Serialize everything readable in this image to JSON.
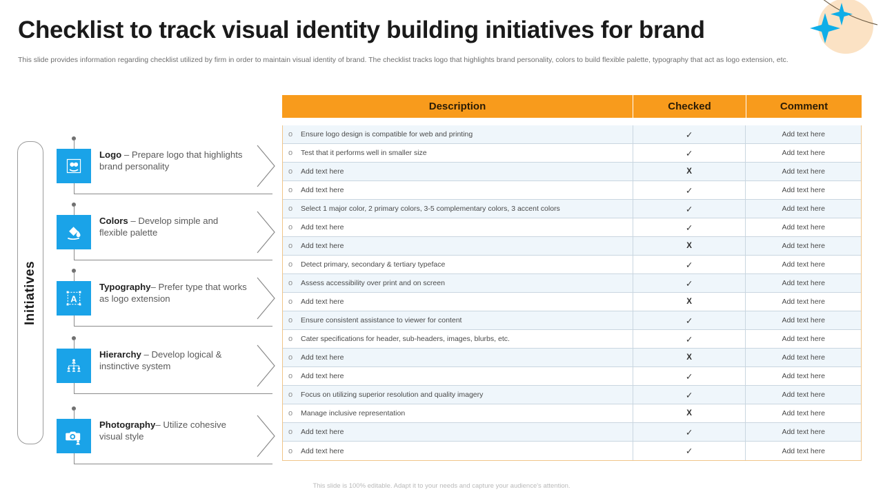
{
  "header": {
    "title": "Checklist to track visual identity building initiatives for brand",
    "subtitle": "This slide provides information regarding checklist utilized by firm in order to maintain visual identity of brand. The checklist tracks logo that highlights brand personality, colors to build flexible palette, typography that act as logo extension, etc."
  },
  "colors": {
    "accent_orange": "#F89B1C",
    "icon_blue": "#1AA3E8",
    "row_alt": "#EFF6FB",
    "deco_peach": "#FBE2C4",
    "star_blue": "#0FAEE8"
  },
  "sidebar": {
    "axis_label": "Initiatives",
    "items": [
      {
        "term": "Logo",
        "dash": " – ",
        "desc": "Prepare logo that highlights brand personality",
        "icon": "logo-frame-icon"
      },
      {
        "term": "Colors",
        "dash": " – ",
        "desc": "Develop simple and flexible palette",
        "icon": "paint-bucket-icon"
      },
      {
        "term": "Typography",
        "dash": "– ",
        "desc": "Prefer type that works as logo extension",
        "icon": "letter-a-frame-icon"
      },
      {
        "term": "Hierarchy",
        "dash": " – ",
        "desc": "Develop logical & instinctive system",
        "icon": "org-chart-icon"
      },
      {
        "term": "Photography",
        "dash": "– ",
        "desc": "Utilize cohesive visual style",
        "icon": "camera-icon"
      }
    ]
  },
  "table": {
    "columns": [
      "Description",
      "Checked",
      "Comment"
    ],
    "rows": [
      {
        "description": "Ensure logo design is compatible for web and printing",
        "checked": "✓",
        "checked_state": "check",
        "comment": "Add text here"
      },
      {
        "description": "Test that it performs well in smaller size",
        "checked": "✓",
        "checked_state": "check",
        "comment": "Add text here"
      },
      {
        "description": "Add text here",
        "checked": "X",
        "checked_state": "cross",
        "comment": "Add text here"
      },
      {
        "description": "Add text here",
        "checked": "✓",
        "checked_state": "check",
        "comment": "Add text here"
      },
      {
        "description": "Select 1 major color, 2 primary colors, 3-5 complementary colors, 3 accent colors",
        "checked": "✓",
        "checked_state": "check",
        "comment": "Add text here"
      },
      {
        "description": "Add text here",
        "checked": "✓",
        "checked_state": "check",
        "comment": "Add text here"
      },
      {
        "description": "Add text here",
        "checked": "X",
        "checked_state": "cross",
        "comment": "Add text here"
      },
      {
        "description": "Detect primary, secondary & tertiary typeface",
        "checked": "✓",
        "checked_state": "check",
        "comment": "Add text here"
      },
      {
        "description": "Assess accessibility over print and on screen",
        "checked": "✓",
        "checked_state": "check",
        "comment": "Add text here"
      },
      {
        "description": "Add text here",
        "checked": "X",
        "checked_state": "cross",
        "comment": "Add text here"
      },
      {
        "description": "Ensure consistent assistance to viewer for content",
        "checked": "✓",
        "checked_state": "check",
        "comment": "Add text here"
      },
      {
        "description": "Cater specifications for header, sub-headers, images, blurbs, etc.",
        "checked": "✓",
        "checked_state": "check",
        "comment": "Add text here"
      },
      {
        "description": "Add text here",
        "checked": "X",
        "checked_state": "cross",
        "comment": "Add text here"
      },
      {
        "description": "Add text here",
        "checked": "✓",
        "checked_state": "check",
        "comment": "Add text here"
      },
      {
        "description": "Focus on utilizing superior resolution and quality imagery",
        "checked": "✓",
        "checked_state": "check",
        "comment": "Add text here"
      },
      {
        "description": "Manage inclusive representation",
        "checked": "X",
        "checked_state": "cross",
        "comment": "Add text here"
      },
      {
        "description": "Add text here",
        "checked": "✓",
        "checked_state": "check",
        "comment": "Add text here"
      },
      {
        "description": "Add text here",
        "checked": "✓",
        "checked_state": "check",
        "comment": "Add text here"
      }
    ],
    "bullet_glyph": "o"
  },
  "footer": {
    "note": "This slide is 100% editable. Adapt it to your needs and capture your audience's attention."
  }
}
